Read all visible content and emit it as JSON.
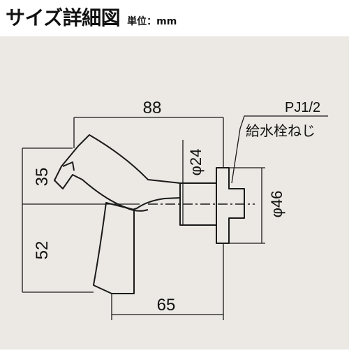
{
  "header": {
    "title": "サイズ詳細図",
    "unit_label": "単位：mm"
  },
  "diagram": {
    "dimensions": {
      "overall_width": "88",
      "upper_height": "35",
      "lower_height": "52",
      "spout_offset": "65",
      "inlet_diameter": "φ24",
      "fitting_diameter": "φ46"
    },
    "thread": {
      "spec": "PJ1/2",
      "name": "給水栓ねじ"
    }
  },
  "colors": {
    "background": "#ece9e4",
    "line": "#1a1a1a"
  }
}
